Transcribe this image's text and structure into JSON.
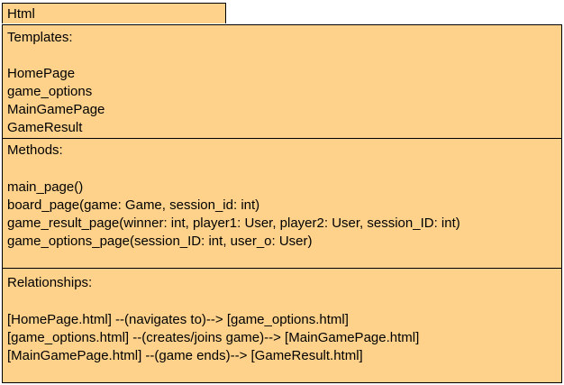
{
  "package": {
    "title": "Html"
  },
  "templates": {
    "heading": "Templates:",
    "items": [
      "HomePage",
      "game_options",
      "MainGamePage",
      "GameResult"
    ]
  },
  "methods": {
    "heading": "Methods:",
    "items": [
      "main_page()",
      "board_page(game: Game, session_id: int)",
      "game_result_page(winner: int, player1: User, player2: User, session_ID: int)",
      "game_options_page(session_ID: int, user_o: User)"
    ]
  },
  "relationships": {
    "heading": "Relationships:",
    "items": [
      "[HomePage.html] --(navigates to)--> [game_options.html]",
      "[game_options.html] --(creates/joins game)--> [MainGamePage.html]",
      "[MainGamePage.html] --(game ends)--> [GameResult.html]"
    ]
  },
  "colors": {
    "fill": "#ffd28c",
    "border": "#000000"
  }
}
